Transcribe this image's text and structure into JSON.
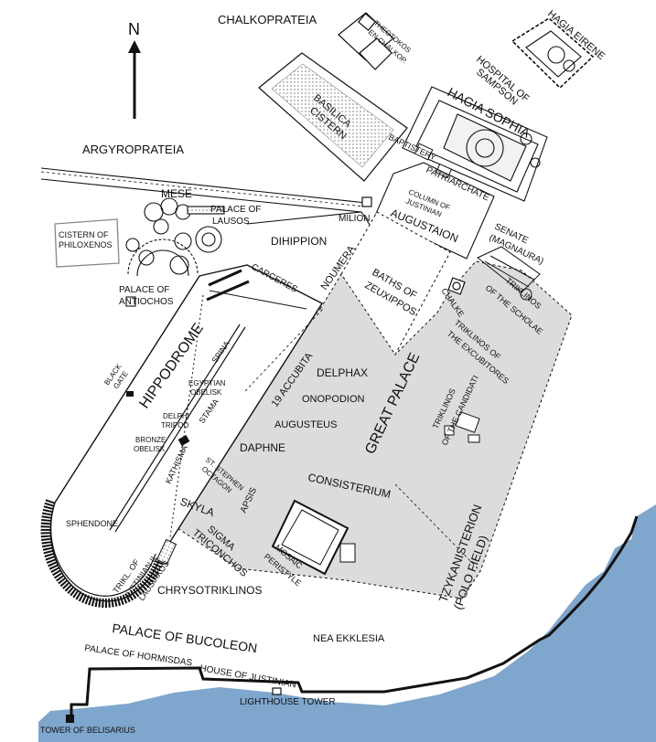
{
  "colors": {
    "palace_fill": "#dcdcdc",
    "sea": "#7fa6cd",
    "ink": "#111111",
    "hatch": "#9a9a9a"
  },
  "compass": {
    "letter": "N"
  },
  "labels": {
    "chalkoprateia": "CHALKOPRATEIA",
    "theotokos_1": "THEOTOKOS",
    "theotokos_2": "EN CHALKOP.",
    "hagia_eirene": "HAGIA EIRENE",
    "hospital_1": "HOSPITAL OF",
    "hospital_2": "SAMPSON",
    "hagia_sophia": "HAGIA SOPHIA",
    "basilica_1": "BASILICA",
    "basilica_2": "CISTERN",
    "baptistery": "BAPTISTERY",
    "argyroprateia": "ARGYROPRATEIA",
    "patriarchate": "PATRIARCHATE",
    "column_1": "COLUMN OF",
    "column_2": "JUSTINIAN",
    "augustaion": "AUGUSTAION",
    "mese": "MESE",
    "milion": "MILION",
    "palace_lausos_1": "PALACE OF",
    "palace_lausos_2": "LAUSOS",
    "cistern_phil_1": "CISTERN OF",
    "cistern_phil_2": "PHILOXENOS",
    "dihippion": "DIHIPPION",
    "senate_1": "SENATE",
    "senate_2": "(MAGNAURA)",
    "palace_antiochos_1": "PALACE OF",
    "palace_antiochos_2": "ANTIOCHOS",
    "carceres": "CARCERES",
    "noumera": "NOUMERA",
    "baths_1": "BATHS OF",
    "baths_2": "ZEUXIPPOS",
    "chalke": "CHALKE",
    "triklinos_scholae_1": "TRIKLINOS",
    "triklinos_scholae_2": "OF THE SCHOLAE",
    "triklinos_excub_1": "TRIKLINOS OF",
    "triklinos_excub_2": "THE EXCUBITORES",
    "hippodrome": "HIPPODROME",
    "spina": "SPINA",
    "black_gate_1": "BLACK",
    "black_gate_2": "GATE",
    "egyptian_1": "EGYPTIAN",
    "egyptian_2": "OBELISK",
    "delphi_1": "DELPHI",
    "delphi_2": "TRIPOD",
    "stama": "STAMA",
    "accubita": "19 ACCUBITA",
    "delphax": "DELPHAX",
    "onopodion": "ONOPODION",
    "augusteus": "AUGUSTEUS",
    "great_palace": "GREAT PALACE",
    "triklinos_cand_1": "TRIKLINOS",
    "triklinos_cand_2": "OF THE CANDIDATI",
    "bronze_1": "BRONZE",
    "bronze_2": "OBELISK",
    "kathisma": "KATHISMA",
    "daphne": "DAPHNE",
    "stephen_1": "ST. STEPHEN",
    "stephen_2": "OCTAGON",
    "consisterium": "CONSISTERIUM",
    "sphendone": "SPHENDONE",
    "skyla": "SKYLA",
    "apsis": "APSIS",
    "sigma_1": "SIGMA",
    "sigma_2": "TRICONCHOS",
    "mosaic_1": "MOSAIC",
    "mosaic_2": "PERISTYLE",
    "tzyk_1": "TZYKANISTERION",
    "tzyk_2": "(POLO FIELD)",
    "trikl_just_1": "TRIKL. OF",
    "trikl_just_2": "JUSTINIAN II",
    "lausiakos": "LAUSIAKOS",
    "chrysotriklinos": "CHRYSOTRIKLINOS",
    "bucoleon": "PALACE OF BUCOLEON",
    "nea_ekklesia": "NEA EKKLESIA",
    "hormisdas": "PALACE OF HORMISDAS",
    "house_justinian": "HOUSE OF JUSTINIAN",
    "lighthouse": "LIGHTHOUSE TOWER",
    "belisarius": "TOWER OF BELISARIUS"
  }
}
